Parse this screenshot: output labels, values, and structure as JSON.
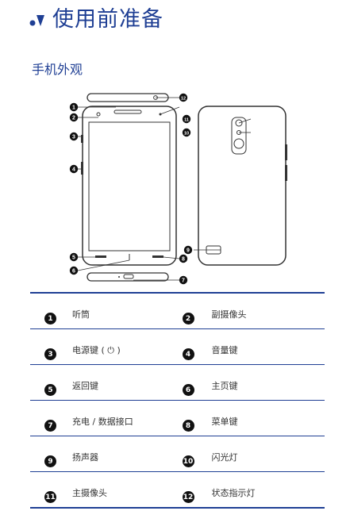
{
  "header": {
    "title": "使用前准备",
    "subtitle": "手机外观"
  },
  "colors": {
    "accent": "#1f3f94",
    "badge": "#111111"
  },
  "figure_callouts": [
    "1",
    "2",
    "3",
    "4",
    "5",
    "6",
    "7",
    "8",
    "9",
    "10",
    "11",
    "12"
  ],
  "parts": [
    {
      "left": {
        "num": "1",
        "label": "听筒"
      },
      "right": {
        "num": "2",
        "label": "副摄像头"
      }
    },
    {
      "left": {
        "num": "3",
        "label": "电源键 ( ⏻ )"
      },
      "right": {
        "num": "4",
        "label": "音量键"
      }
    },
    {
      "left": {
        "num": "5",
        "label": "返回键"
      },
      "right": {
        "num": "6",
        "label": "主页键"
      }
    },
    {
      "left": {
        "num": "7",
        "label": "充电 / 数据接口"
      },
      "right": {
        "num": "8",
        "label": "菜单键"
      }
    },
    {
      "left": {
        "num": "9",
        "label": "扬声器"
      },
      "right": {
        "num": "10",
        "label": "闪光灯"
      }
    },
    {
      "left": {
        "num": "11",
        "label": "主摄像头"
      },
      "right": {
        "num": "12",
        "label": "状态指示灯"
      }
    }
  ]
}
